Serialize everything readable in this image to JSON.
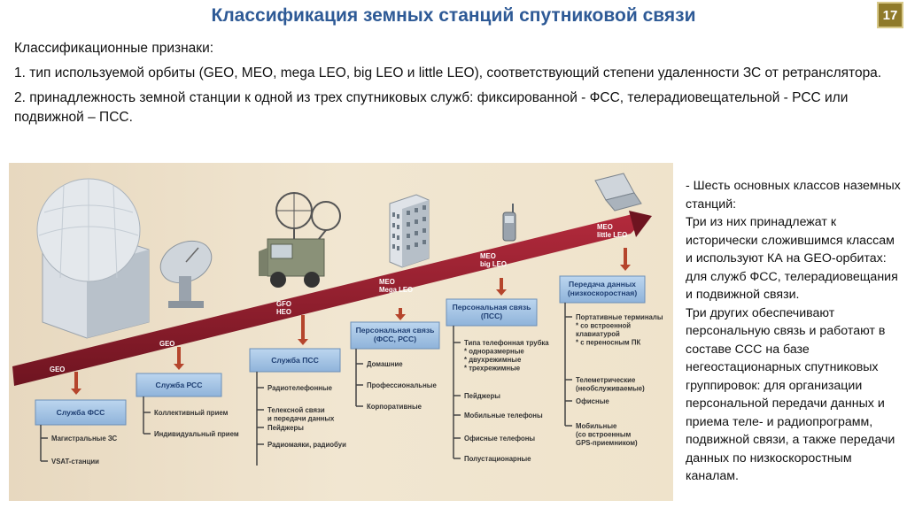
{
  "slide": {
    "title": "Классификация земных станций спутниковой связи",
    "page_number": "17"
  },
  "intro": {
    "heading": "Классификационные признаки:",
    "point1": "1. тип используемой орбиты (GEO, MEO, mega LEO, big LEO и little LEO), соответствующий степени удаленности ЗС от ретранслятора.",
    "point2": "2. принадлежность земной станции к одной из трех спутниковых служб: фиксированной - ФСС, телерадиовещательной - РСС или подвижной – ПСС."
  },
  "infographic": {
    "columns": [
      {
        "orbit": [
          "GEO"
        ],
        "box": [
          "Служба ФСС"
        ],
        "items": [
          [
            "Магистральные ЗС"
          ],
          [
            "VSAT-станции"
          ]
        ]
      },
      {
        "orbit": [
          "GEO"
        ],
        "box": [
          "Служба РСС"
        ],
        "items": [
          [
            "Коллективный прием"
          ],
          [
            "Индивидуальный прием"
          ]
        ]
      },
      {
        "orbit": [
          "GFO",
          "HEO"
        ],
        "box": [
          "Служба ПСС"
        ],
        "items": [
          [
            "Радиотелефонные"
          ],
          [
            "Телексной связи",
            "и передачи данных"
          ],
          [
            "Пейджеры"
          ],
          [
            "Радиомаяки, радиобуи"
          ]
        ]
      },
      {
        "orbit": [
          "MEO",
          "Mega LEO"
        ],
        "box": [
          "Персональная связь",
          "(ФСС, РСС)"
        ],
        "items": [
          [
            "Домашние"
          ],
          [
            "Профессиональные"
          ],
          [
            "Корпоративные"
          ]
        ]
      },
      {
        "orbit": [
          "MEO",
          "big LEO"
        ],
        "box": [
          "Персональная связь",
          "(ПСС)"
        ],
        "items": [
          [
            "Типа телефонная трубка",
            "* одноразмерные",
            "* двухрежимные",
            "* трехрежимные"
          ],
          [
            "Пейджеры"
          ],
          [
            "Мобильные телефоны"
          ],
          [
            "Офисные телефоны"
          ],
          [
            "Полустационарные"
          ]
        ]
      },
      {
        "orbit": [
          "MEO",
          "little LEO"
        ],
        "box": [
          "Передача данных",
          "(низкоскоростная)"
        ],
        "items": [
          [
            "Портативные терминалы",
            "* со встроенной",
            "клавиатурой",
            "* с переносным ПК"
          ],
          [
            "Телеметрические",
            "(необслуживаемые)"
          ],
          [
            "Офисные"
          ],
          [
            "Мобильные",
            "(со встроенным",
            "GPS-приемником)"
          ]
        ]
      }
    ]
  },
  "right_text": [
    "- Шесть основных классов наземных станций:",
    "Три из них принадлежат к исторически сложившимся классам и используют КА на GEO-орбитах: для служб ФСС, телерадиовещания и подвижной связи.",
    "Три других обеспечивают персональную связь и работают в составе ССС на базе негеостационарных спутниковых группировок: для организации персональной передачи данных и приема теле- и радиопрограмм, подвижной связи, а также передачи данных по низкоскоростным каналам."
  ],
  "colors": {
    "title": "#2e5a96",
    "arrow": "#8c1a28",
    "box": "#9dbfe0",
    "background": "#ece0c8"
  },
  "icons": [
    "radome-building-icon",
    "satellite-dish-icon",
    "mobile-truck-icon",
    "office-building-icon",
    "mobile-phone-icon",
    "laptop-terminal-icon"
  ]
}
